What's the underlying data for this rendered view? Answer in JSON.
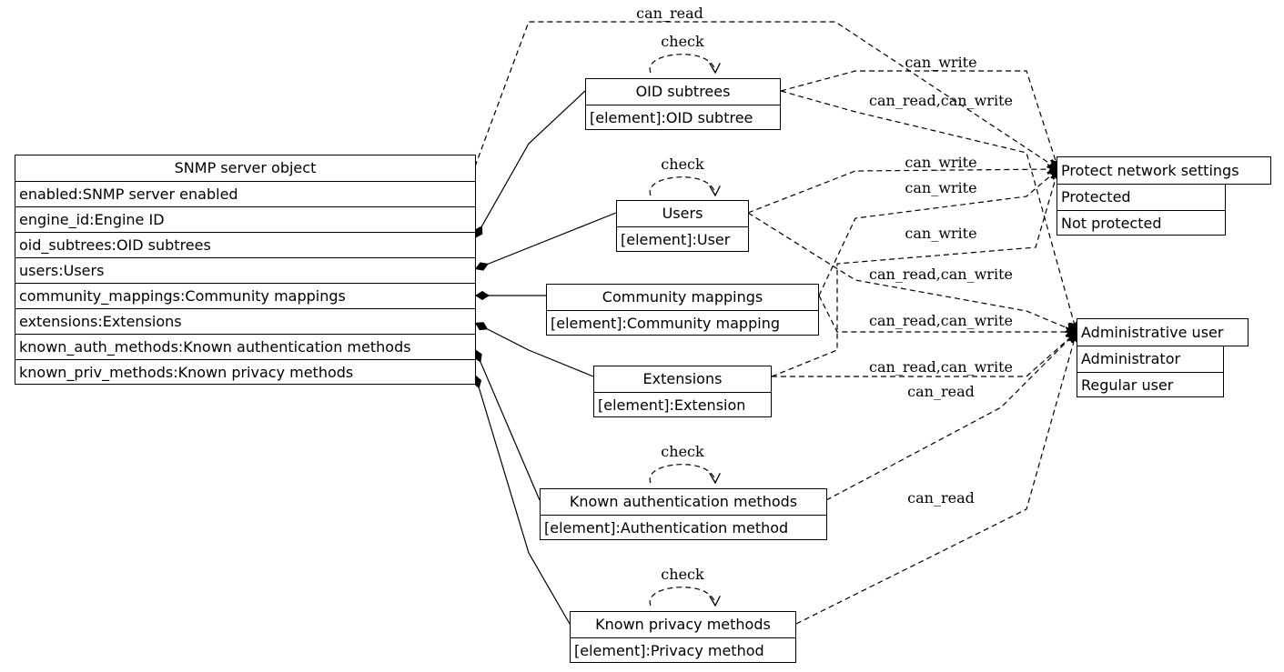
{
  "nodes": {
    "snmp": {
      "title": "SNMP server object",
      "fields": [
        "enabled:SNMP server enabled",
        "engine_id:Engine ID",
        "oid_subtrees:OID subtrees",
        "users:Users",
        "community_mappings:Community mappings",
        "extensions:Extensions",
        "known_auth_methods:Known authentication methods",
        "known_priv_methods:Known privacy methods"
      ]
    },
    "oid": {
      "title": "OID subtrees",
      "fields": [
        "[element]:OID subtree"
      ]
    },
    "users": {
      "title": "Users",
      "fields": [
        "[element]:User"
      ]
    },
    "community": {
      "title": "Community mappings",
      "fields": [
        "[element]:Community mapping"
      ]
    },
    "extensions": {
      "title": "Extensions",
      "fields": [
        "[element]:Extension"
      ]
    },
    "auth": {
      "title": "Known authentication methods",
      "fields": [
        "[element]:Authentication method"
      ]
    },
    "priv": {
      "title": "Known privacy methods",
      "fields": [
        "[element]:Privacy method"
      ]
    },
    "protect": {
      "title": "Protect network settings",
      "fields": [
        "Protected",
        "Not protected"
      ]
    },
    "admin": {
      "title": "Administrative user",
      "fields": [
        "Administrator",
        "Regular user"
      ]
    }
  },
  "edge_labels": {
    "check": "check",
    "can_read": "can_read",
    "can_write": "can_write",
    "can_read_write": "can_read,can_write"
  }
}
